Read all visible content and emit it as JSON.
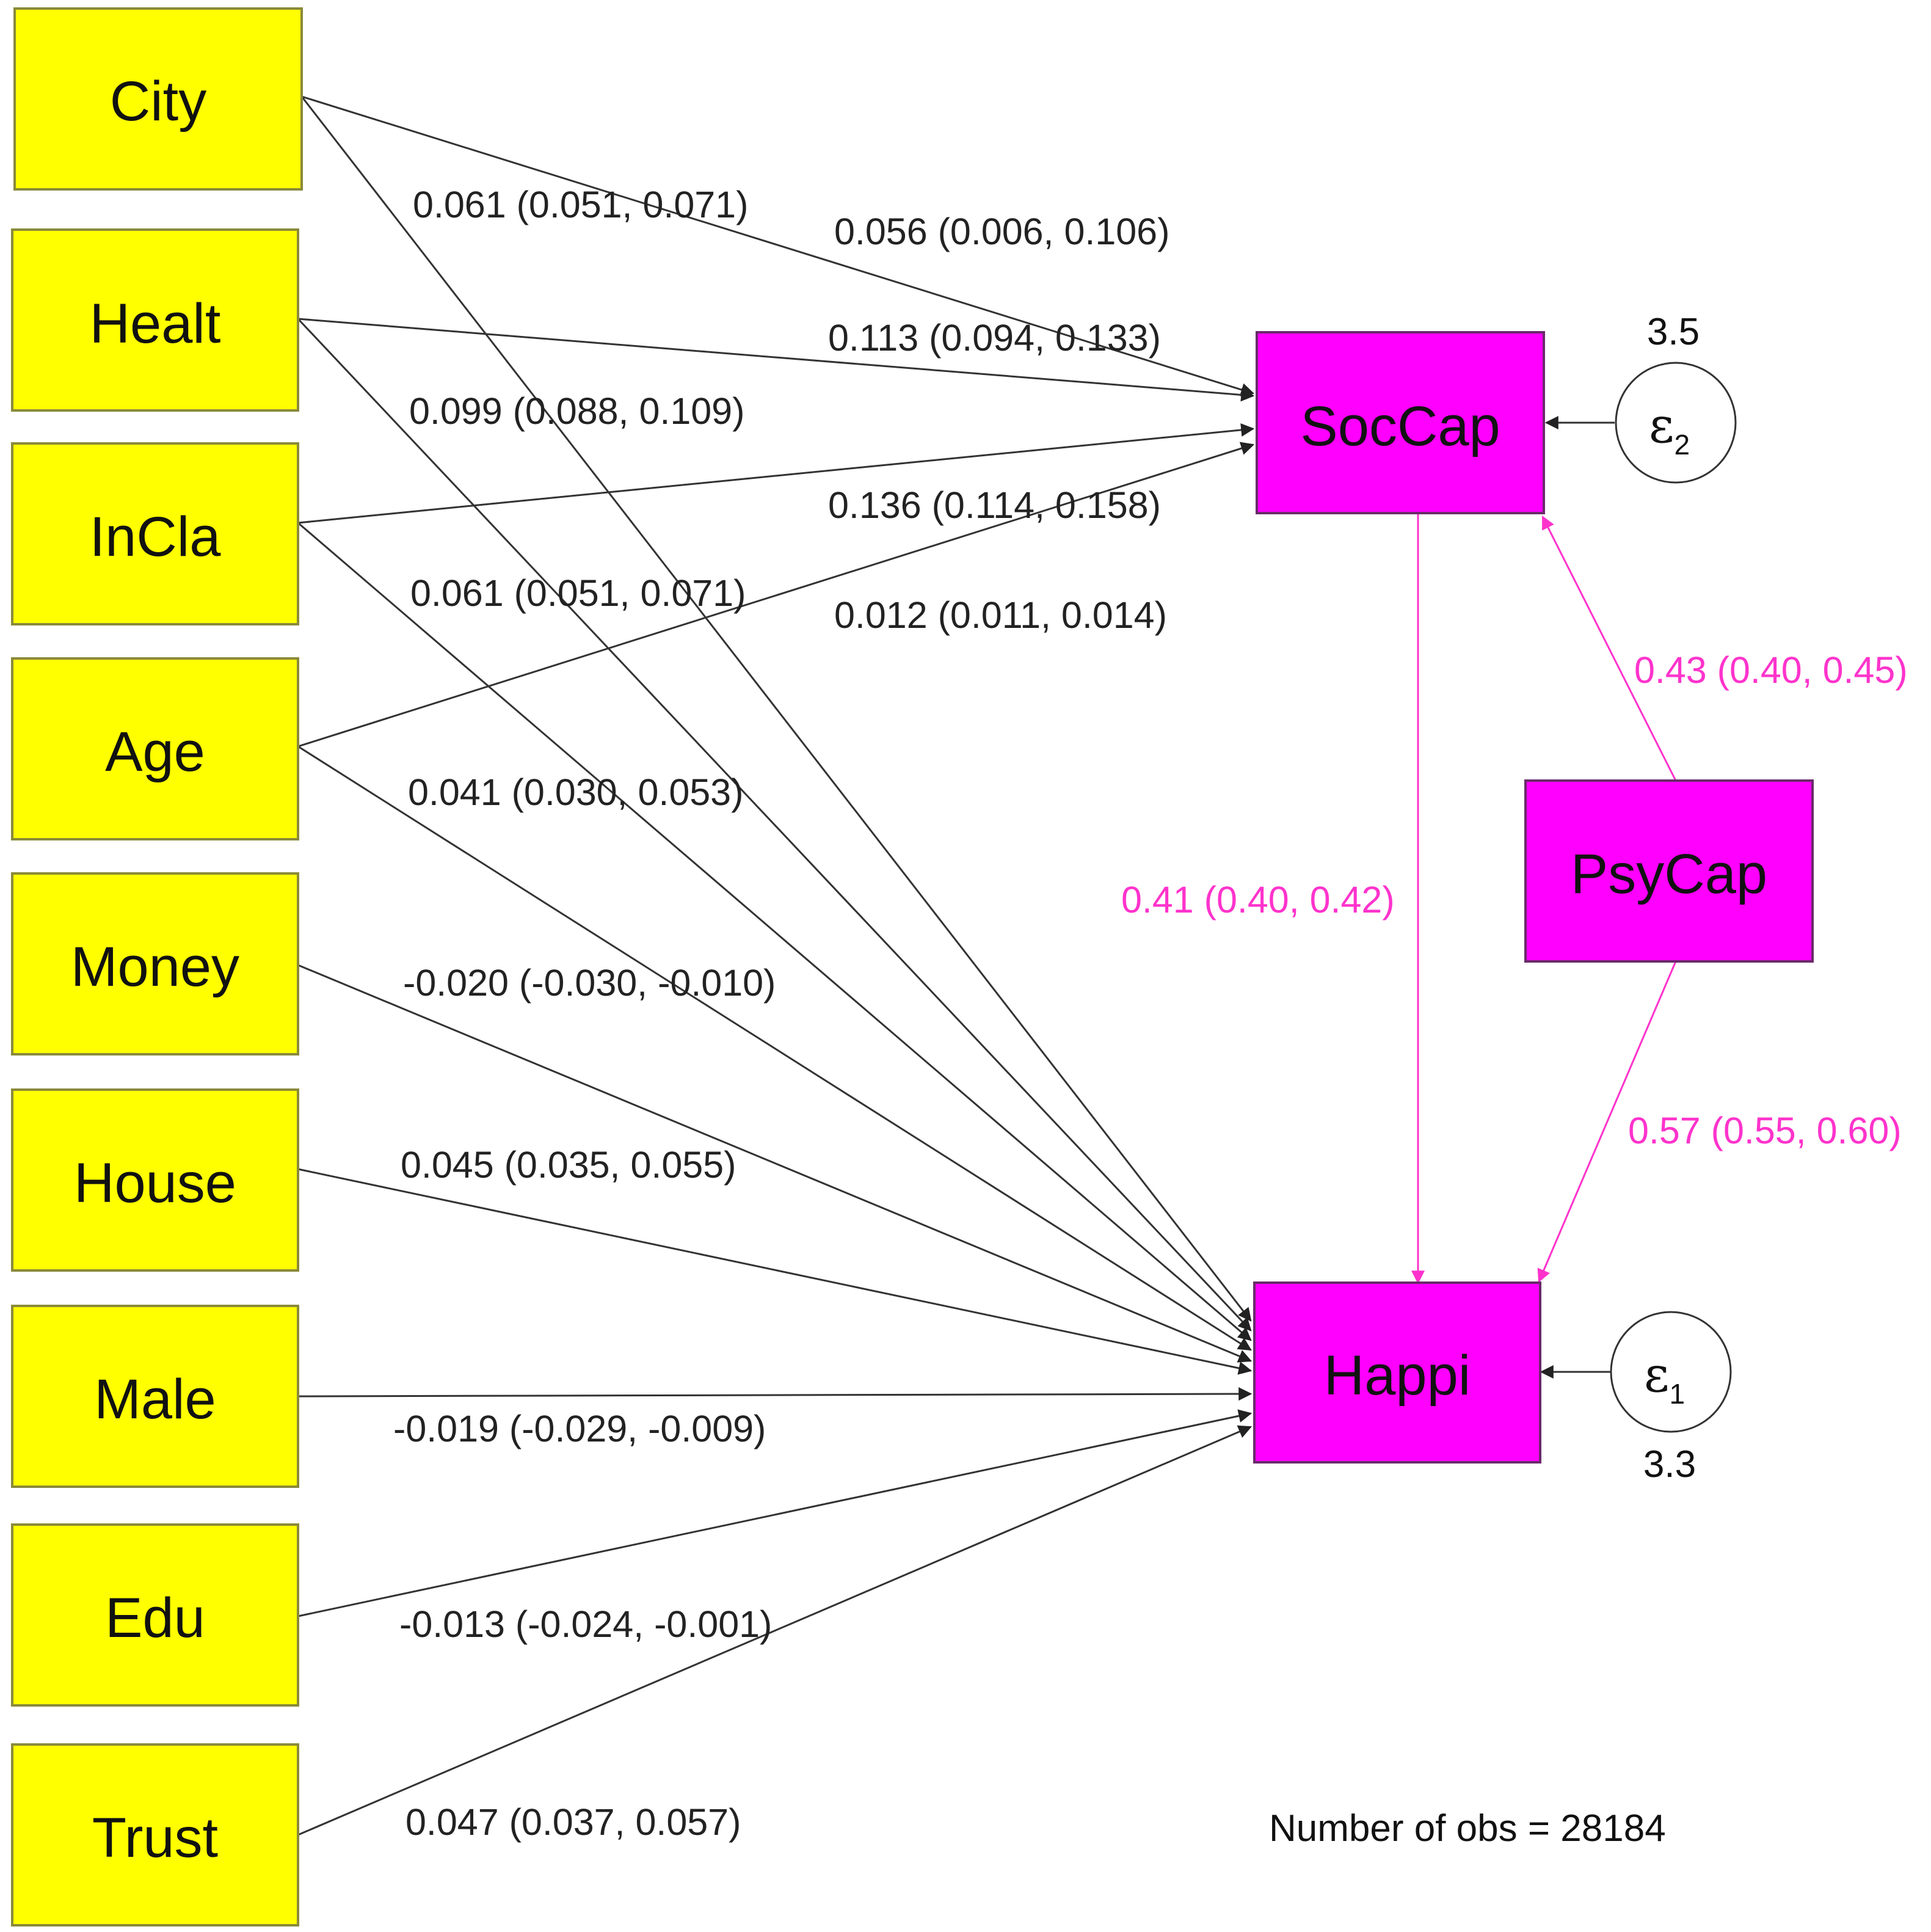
{
  "predictors": [
    {
      "id": "city",
      "label": "City"
    },
    {
      "id": "healt",
      "label": "Healt"
    },
    {
      "id": "incla",
      "label": "InCla"
    },
    {
      "id": "age",
      "label": "Age"
    },
    {
      "id": "money",
      "label": "Money"
    },
    {
      "id": "house",
      "label": "House"
    },
    {
      "id": "male",
      "label": "Male"
    },
    {
      "id": "edu",
      "label": "Edu"
    },
    {
      "id": "trust",
      "label": "Trust"
    }
  ],
  "outcomes": {
    "soccap": {
      "label": "SocCap"
    },
    "happi": {
      "label": "Happi"
    },
    "psycap": {
      "label": "PsyCap"
    }
  },
  "errors": {
    "e2": {
      "symbol": "ε",
      "sub": "2",
      "variance": "3.5"
    },
    "e1": {
      "symbol": "ε",
      "sub": "1",
      "variance": "3.3"
    }
  },
  "coefficients": {
    "soccap_city": "0.056 (0.006, 0.106)",
    "soccap_healt": "0.113 (0.094, 0.133)",
    "soccap_incla": "0.136 (0.114, 0.158)",
    "soccap_age": "0.012 (0.011, 0.014)",
    "happi_city": "0.061 (0.051, 0.071)",
    "happi_healt": "0.099 (0.088, 0.109)",
    "happi_incla": "0.061 (0.051, 0.071)",
    "happi_age": "0.041 (0.030, 0.053)",
    "happi_money": "-0.020 (-0.030, -0.010)",
    "happi_house": "0.045 (0.035, 0.055)",
    "happi_male": "-0.019 (-0.029, -0.009)",
    "happi_edu": "-0.013 (-0.024, -0.001)",
    "happi_trust": "0.047 (0.037, 0.057)",
    "psycap_soccap": "0.43 (0.40, 0.45)",
    "soccap_happi": "0.41 (0.40, 0.42)",
    "psycap_happi": "0.57 (0.55, 0.60)"
  },
  "footer": {
    "obs": "Number of obs = 28184"
  },
  "colors": {
    "predictor_fill": "#ffff00",
    "outcome_fill": "#ff00ff",
    "structural_path": "#ff33cc",
    "regression_path": "#333333"
  }
}
